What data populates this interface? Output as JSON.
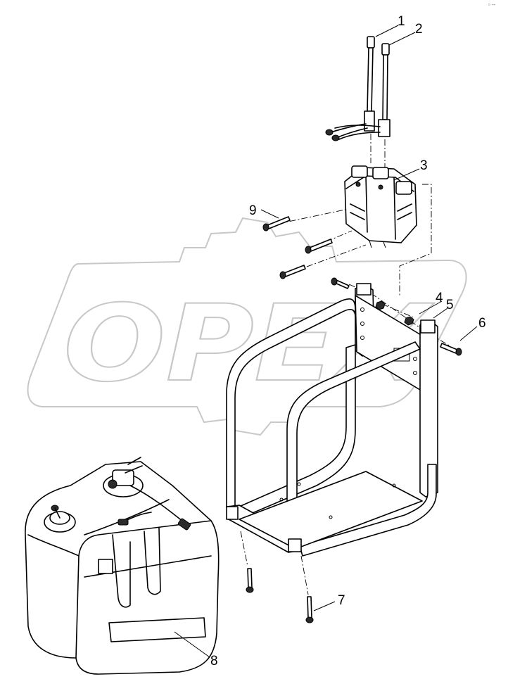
{
  "watermark": {
    "text": "OPEX"
  },
  "callouts": [
    {
      "id": "1",
      "label": "1"
    },
    {
      "id": "2",
      "label": "2"
    },
    {
      "id": "3",
      "label": "3"
    },
    {
      "id": "4",
      "label": "4"
    },
    {
      "id": "5",
      "label": "5"
    },
    {
      "id": "6",
      "label": "6"
    },
    {
      "id": "7",
      "label": "7"
    },
    {
      "id": "8",
      "label": "8"
    },
    {
      "id": "9",
      "label": "9"
    }
  ],
  "corner_mark": "▫ --"
}
